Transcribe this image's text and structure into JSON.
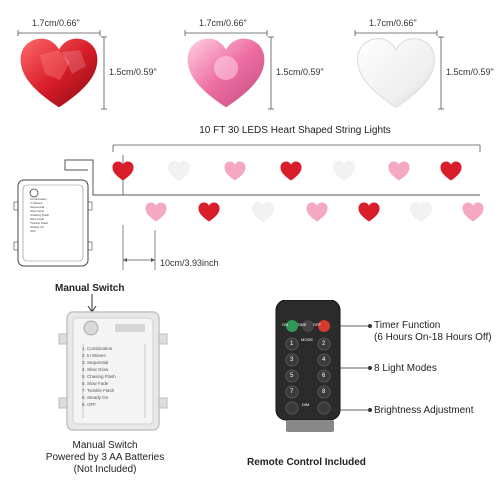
{
  "hearts_row": {
    "red_width": "1.7cm/0.66\"",
    "red_height": "1.5cm/0.59\"",
    "pink_width": "1.7cm/0.66\"",
    "pink_height": "1.5cm/0.59\"",
    "white_width": "1.7cm/0.66\"",
    "white_height": "1.5cm/0.59\""
  },
  "string_title": "10 FT 30 LEDS Heart Shaped String Lights",
  "spacing_label": "10cm/3.93inch",
  "battery_box_modes": [
    "Combination",
    "In Waves",
    "Sequential",
    "Slow Glow",
    "Chasing Flash",
    "Slow Fade",
    "Twinkle Flash",
    "Steady On",
    "OFF"
  ],
  "manual_switch_title": "Manual Switch",
  "battery_caption": {
    "line1": "Manual Switch",
    "line2": "Powered by 3 AA Batteries",
    "line3": "(Not Included)"
  },
  "remote": {
    "buttons_top": [
      "ON",
      "TIME",
      "OFF"
    ],
    "mode_label": "MODE",
    "dim_label": "DIM",
    "number_buttons": [
      "1",
      "2",
      "3",
      "4",
      "5",
      "6",
      "7",
      "8"
    ],
    "caption": "Remote Control Included",
    "timer_label_1": "Timer Function",
    "timer_label_2": "(6 Hours On-18 Hours Off)",
    "modes_label": "8 Light Modes",
    "brightness_label": "Brightness Adjustment"
  },
  "colors": {
    "red": "#d81e2a",
    "pink": "#f4a8c4",
    "white": "#f2f2f2",
    "remote_body": "#2b2b2b",
    "on_green": "#2f9a55",
    "off_red": "#d63a2e"
  }
}
